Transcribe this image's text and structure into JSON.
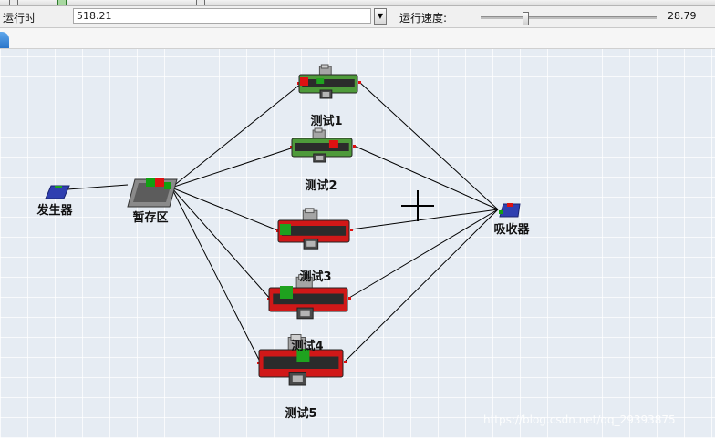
{
  "toolbar": {
    "runtime_label": "运行时",
    "runtime_value": "518.21",
    "speed_label": "运行速度:",
    "speed_value": "28.79",
    "speed_fraction": 0.25
  },
  "model": {
    "source_label": "发生器",
    "queue_label": "暂存区",
    "sink_label": "吸收器",
    "processors": [
      {
        "label": "测试1"
      },
      {
        "label": "测试2"
      },
      {
        "label": "测试3"
      },
      {
        "label": "测试4"
      },
      {
        "label": "测试5"
      }
    ]
  },
  "watermark": "https://blog.csdn.net/qq_29393875",
  "colors": {
    "grid_bg": "#e6ecf3",
    "processor_green": "#4e9a3a",
    "processor_red": "#d01818",
    "conveyor": "#2b2b2b",
    "source_blue": "#2f3fb0"
  }
}
